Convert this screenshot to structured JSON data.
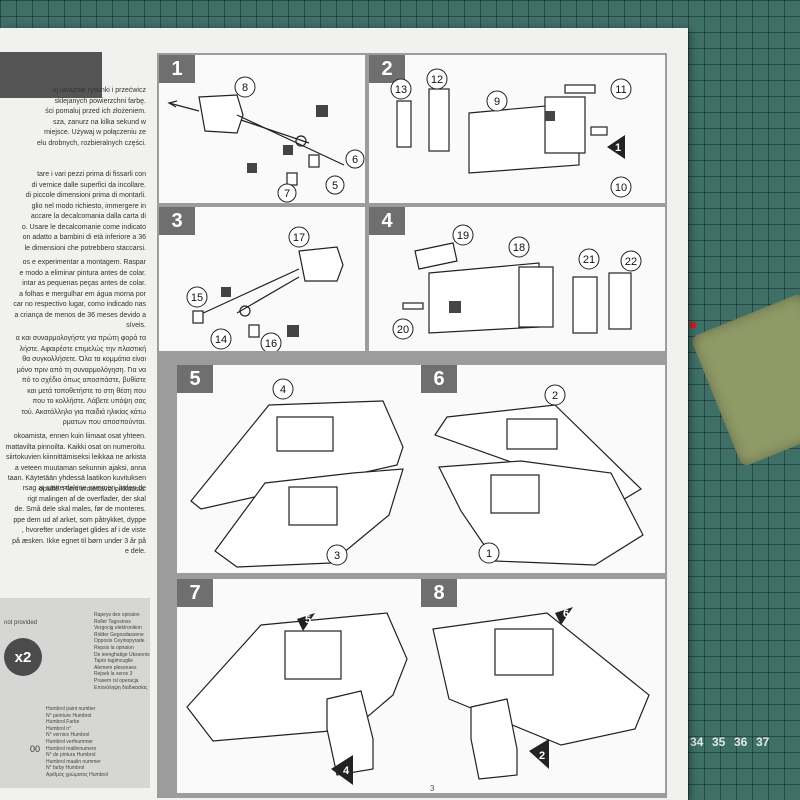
{
  "steps": [
    "1",
    "2",
    "3",
    "4",
    "5",
    "6",
    "7",
    "8"
  ],
  "callouts": {
    "s1": [
      "8",
      "6",
      "5",
      "7"
    ],
    "s2": [
      "13",
      "12",
      "9",
      "11",
      "1",
      "10"
    ],
    "s3": [
      "17",
      "15",
      "14",
      "16"
    ],
    "s4": [
      "19",
      "18",
      "21",
      "22",
      "20"
    ],
    "s5": [
      "4",
      "3"
    ],
    "s6": [
      "2",
      "1"
    ],
    "s7": [
      "5",
      "4"
    ],
    "s8": [
      "6",
      "2"
    ]
  },
  "badge": "x2",
  "page_number": "3",
  "ruler_marks": [
    "34",
    "35",
    "36",
    "37"
  ],
  "left_text": {
    "pl": "uj uważnie rysunki i przećwicz\nsklejanych powierzchni farbę.\nści pomaluj przed ich złożeniem.\nsza, zanurz na kilka sekund w\nmiejsce. Używaj w połączeniu ze\nelu drobnych, rozbieralnych części.",
    "it": "tare i vari pezzi prima di fissarli con\ndi vernice dalle superfici da incollare.\ndi piccole dimensioni prima di montarli.\nglio nel modo richiesto, immergere in\naccare la decalcomania dalla carta di\no. Usare le decalcomanie come indicato\non adatto a bambini di età inferiore a 36\nle dimensioni che potrebbero staccarsi.",
    "pt": "os e experimentar a montagem. Raspar\ne modo a eliminar pintura antes de colar.\nintar as pequenas peças antes de colar.\na folhas e mergulhar em água morna por\ncar no respectivo lugar, como indicado nas\na criança de menos de 36 meses devido a\nsíveis.",
    "gr": "α και συναρμολογήστε για πρώτη φορά τα\nλήστε. Αφαιρέστε επιμελώς την πλαστική\nθα συγκολλήσετε. Όλα τα κομμάτια είναι\nμόνο πριν από τη συναρμολόγηση. Για να\nπό το σχέδιο όπως αποσπάστε, βυθίστε\nκαι μετά τοποθετήστε το στη θέση που\nπου το κολλήστε. Λάβετε υπόψη σας\nτού. Ακατάλληλο για παιδιά ηλικίας κάτω\nρματων που αποσπούνται.",
    "fi": "okoamista, ennen kuin liimaat osat yhteen.\nmattavilta pinnoilta. Kaikki osat on numeroitu.\nsiirtokuvien kiinnittämiseksi leikkaa ne arkista\na veteen muutaman sekunnin ajaksi, anna\ntaan. Käytetään yhdessä laatikon kuvituksen\nopsille. Pieni irrotettavia pikkuosia.",
    "no": "rsag at sætte delene sammen, inden de\nrigt malingen af de overflader, der skal\nde. Små dele skal males, før de monteres.\nppe dem ud af arket, som påtrykket, dyppe\n, hvorefter underlaget glides af i de viste\npå æsken. Ikke egnet til børn under 3 år på\ne dele."
  },
  "list_a": "Rapeys des opiraion\nRoller Tagostoss\nVergocig elektronikon\nRidder Gegosdassene\nOpposis Ceyinopyrade\nRepsis la opiraion\nDe ieenghatige Uksonnis\nTapto tagimcuglie\nAlemem plesonaes\nRejsek la seros 3\nPrasem rsl operacja\nΕπανάληψη διαδικασίας",
  "list_b": "Humbrol paint number\nN° peinture Humbrol\nHumbrol Farbe\nHumbrol n°\nN° vernice Humbrol\nHumbrol verfnummer\nHumbrol mallinnumero\nN° de pintura Humbrol\nHumbrol maalin nummer\nN° farby Humbrol\nΑριθμός χρώματος Humbrol",
  "left_misc": [
    "not provided",
    "00"
  ]
}
